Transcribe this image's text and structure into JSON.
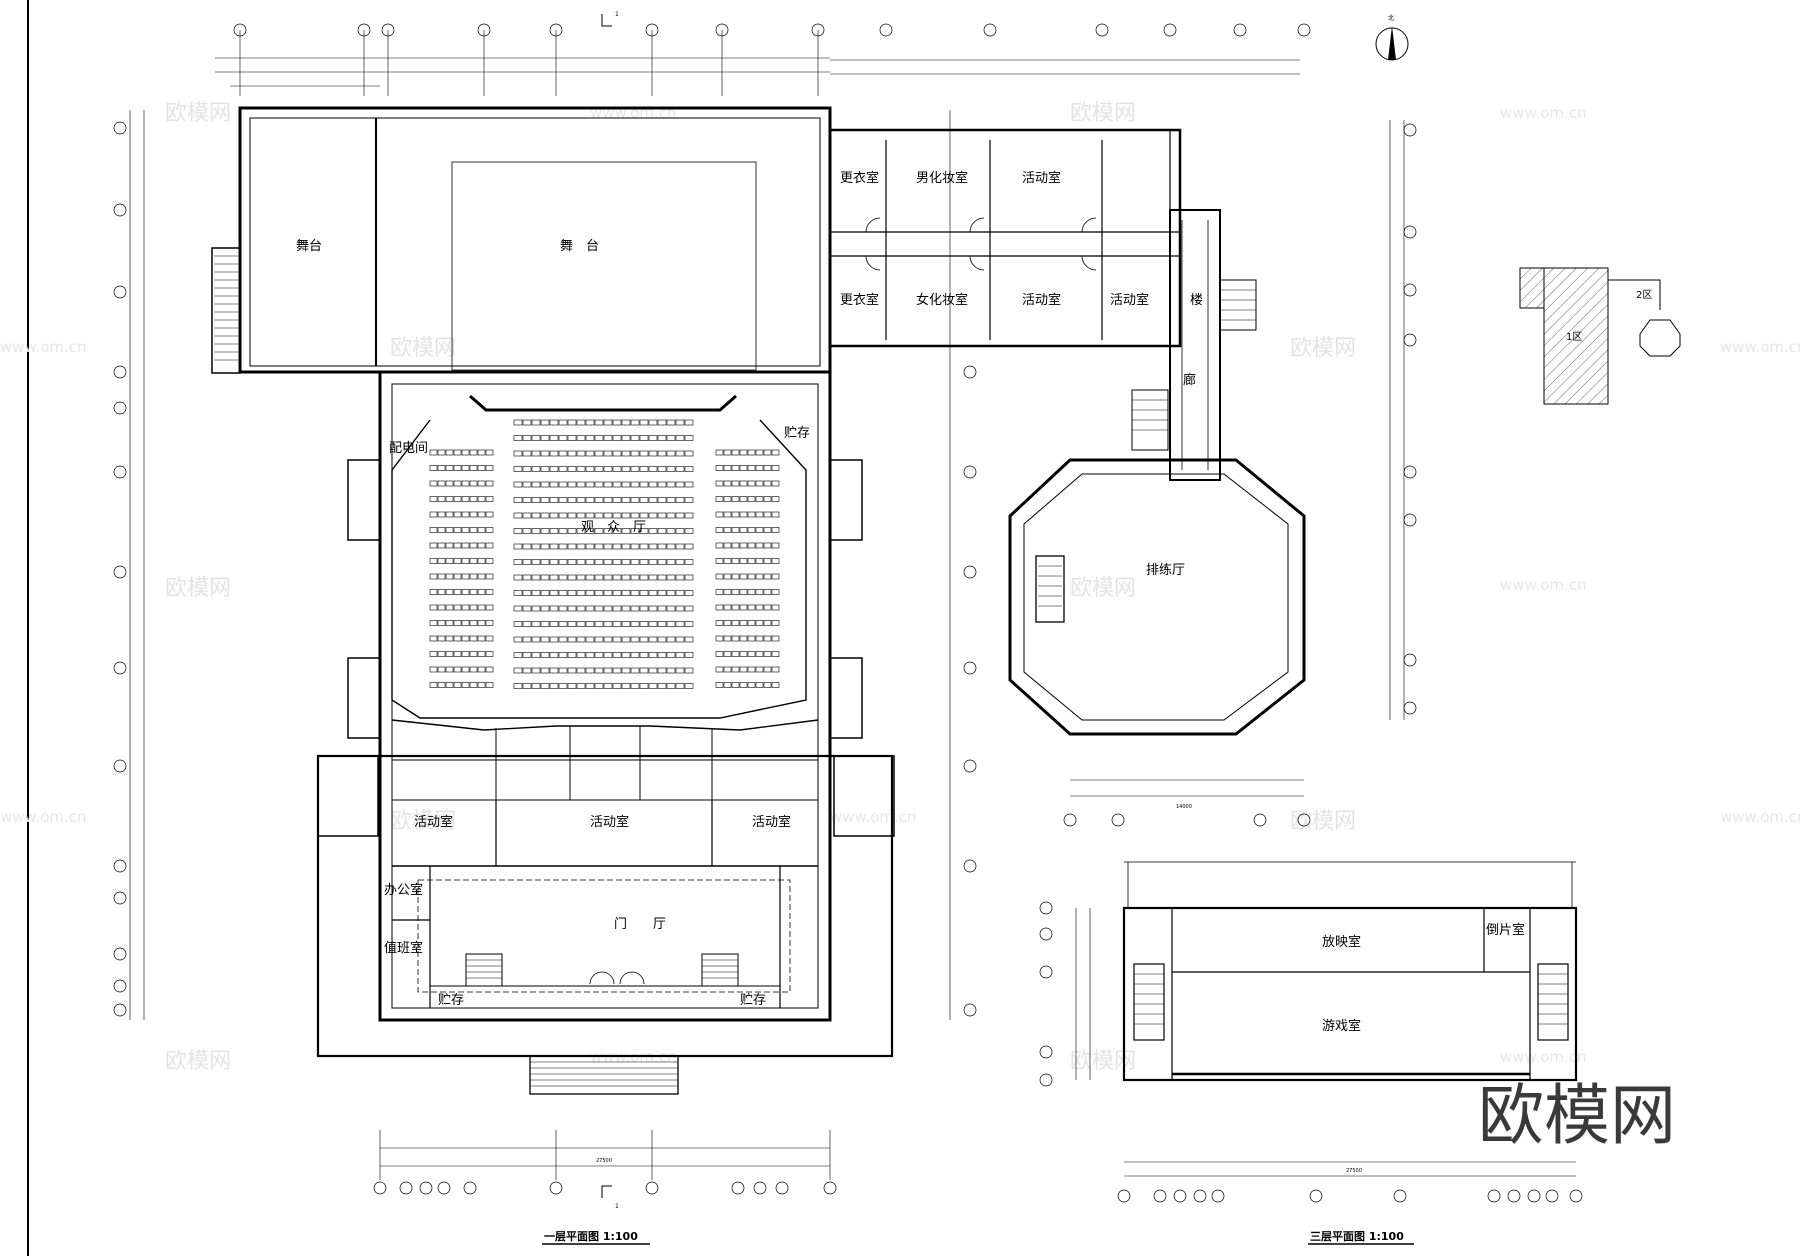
{
  "plans": {
    "ground": {
      "title": "一层平面图  1:100",
      "rooms": {
        "stage_left": "舞台",
        "stage_main": "舞　台",
        "auditorium": "观　众　厅",
        "electrical": "配电间",
        "storage_right": "贮存",
        "activity_1": "活动室",
        "activity_2": "活动室",
        "activity_3": "活动室",
        "office": "办公室",
        "duty": "值班室",
        "lobby": "门　　厅",
        "storage_bl": "贮存",
        "storage_br": "贮存"
      },
      "total_width": "27500",
      "section_mark": "1"
    },
    "wing": {
      "rooms": {
        "changing_1": "更衣室",
        "makeup_m": "男化妆室",
        "activity_a": "活动室",
        "changing_2": "更衣室",
        "makeup_f": "女化妆室",
        "activity_b": "活动室",
        "activity_c": "活动室",
        "stair": "楼",
        "corridor": "廊",
        "rehearsal": "排练厅"
      },
      "total_width": "14000"
    },
    "third": {
      "title": "三层平面图  1:100",
      "rooms": {
        "lab": "放映室",
        "slides": "倒片室",
        "game": "游戏室"
      },
      "total_width": "27500"
    }
  },
  "keyplan": {
    "zone1": "1区",
    "zone2": "2区"
  },
  "north_label": "北",
  "watermark": {
    "brand": "欧模网",
    "url": "www.om.cn"
  },
  "logo": "欧模网"
}
